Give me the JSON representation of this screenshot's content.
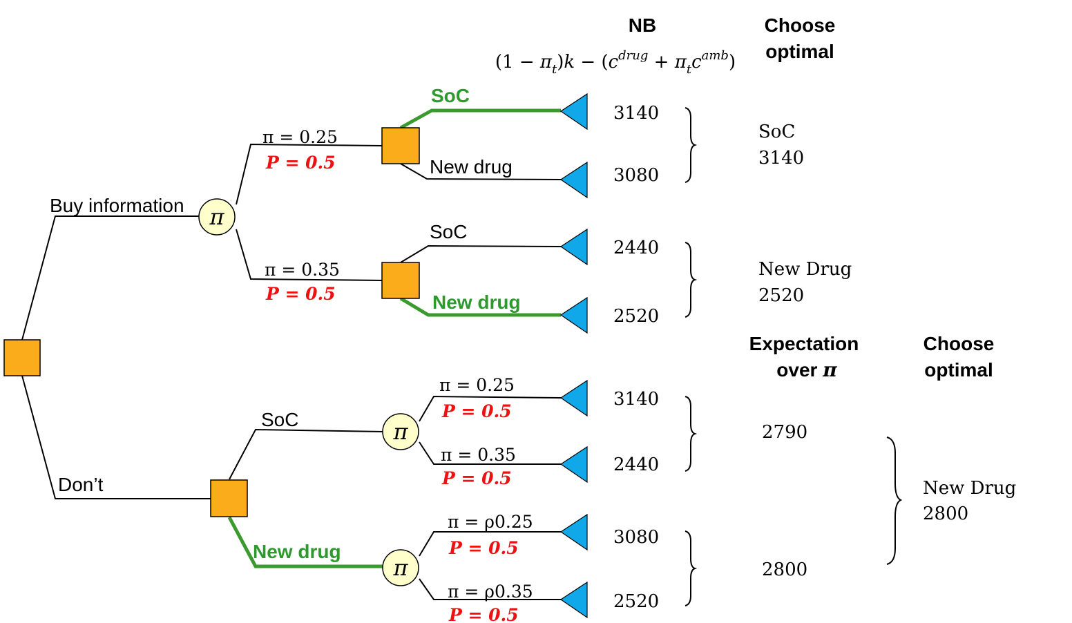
{
  "headers": {
    "nb": "NB",
    "nb_formula": "(1 − πt)k − (cdrug + πt camb)",
    "choose_optimal_top": [
      "Choose",
      "optimal"
    ],
    "expectation": [
      "Expectation",
      "over π"
    ],
    "choose_optimal_bottom": [
      "Choose",
      "optimal"
    ]
  },
  "chance_symbol": "π",
  "branches": {
    "buy_information": "Buy information",
    "dont": "Don’t",
    "soc": "SoC",
    "new_drug": "New drug"
  },
  "buy_info": {
    "upper": {
      "pi": "π = 0.25",
      "p": "P = 0.5",
      "soc": "SoC",
      "new_drug": "New drug",
      "nb_soc": "3140",
      "nb_new": "3080",
      "choice": [
        "SoC",
        "3140"
      ]
    },
    "lower": {
      "pi": "π = 0.35",
      "p": "P = 0.5",
      "soc": "SoC",
      "new_drug": "New drug",
      "nb_soc": "2440",
      "nb_new": "2520",
      "choice": [
        "New Drug",
        "2520"
      ]
    }
  },
  "dont_buy": {
    "soc": {
      "label": "SoC",
      "pi_a": "π = 0.25",
      "p_a": "P = 0.5",
      "pi_b": "π = 0.35",
      "p_b": "P = 0.5",
      "nb_a": "3140",
      "nb_b": "2440",
      "expectation": "2790"
    },
    "new_drug": {
      "label": "New drug",
      "pi_a": "π = ρ0.25",
      "p_a": "P = 0.5",
      "pi_b": "π = ρ0.35",
      "p_b": "P = 0.5",
      "nb_a": "3080",
      "nb_b": "2520",
      "expectation": "2800"
    },
    "choice": [
      "New Drug",
      "2800"
    ]
  },
  "colors": {
    "decision_node": "#fbac1b",
    "chance_node": "#ffffcc",
    "terminal_node": "#10a8e8",
    "optimal_path": "#3a9a2e",
    "probability_text": "#ee1111"
  }
}
